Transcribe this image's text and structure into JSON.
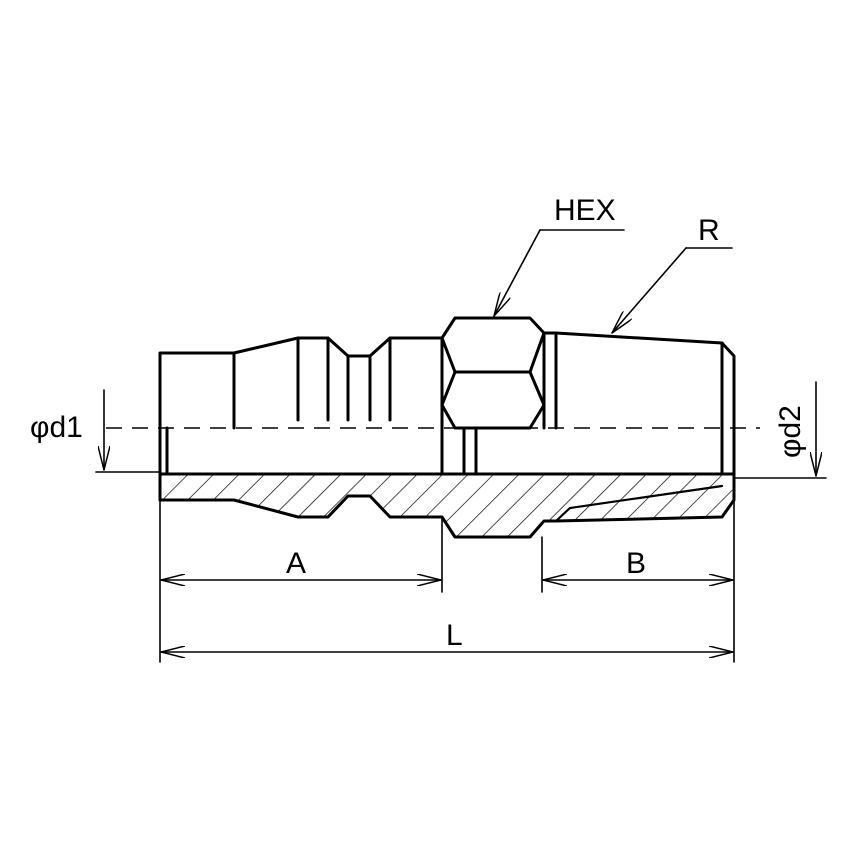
{
  "labels": {
    "hex": "HEX",
    "r": "R",
    "d1": "φd1",
    "d2": "φd2",
    "a": "A",
    "b": "B",
    "l": "L"
  },
  "colors": {
    "line": "#000000",
    "background": "#ffffff"
  }
}
